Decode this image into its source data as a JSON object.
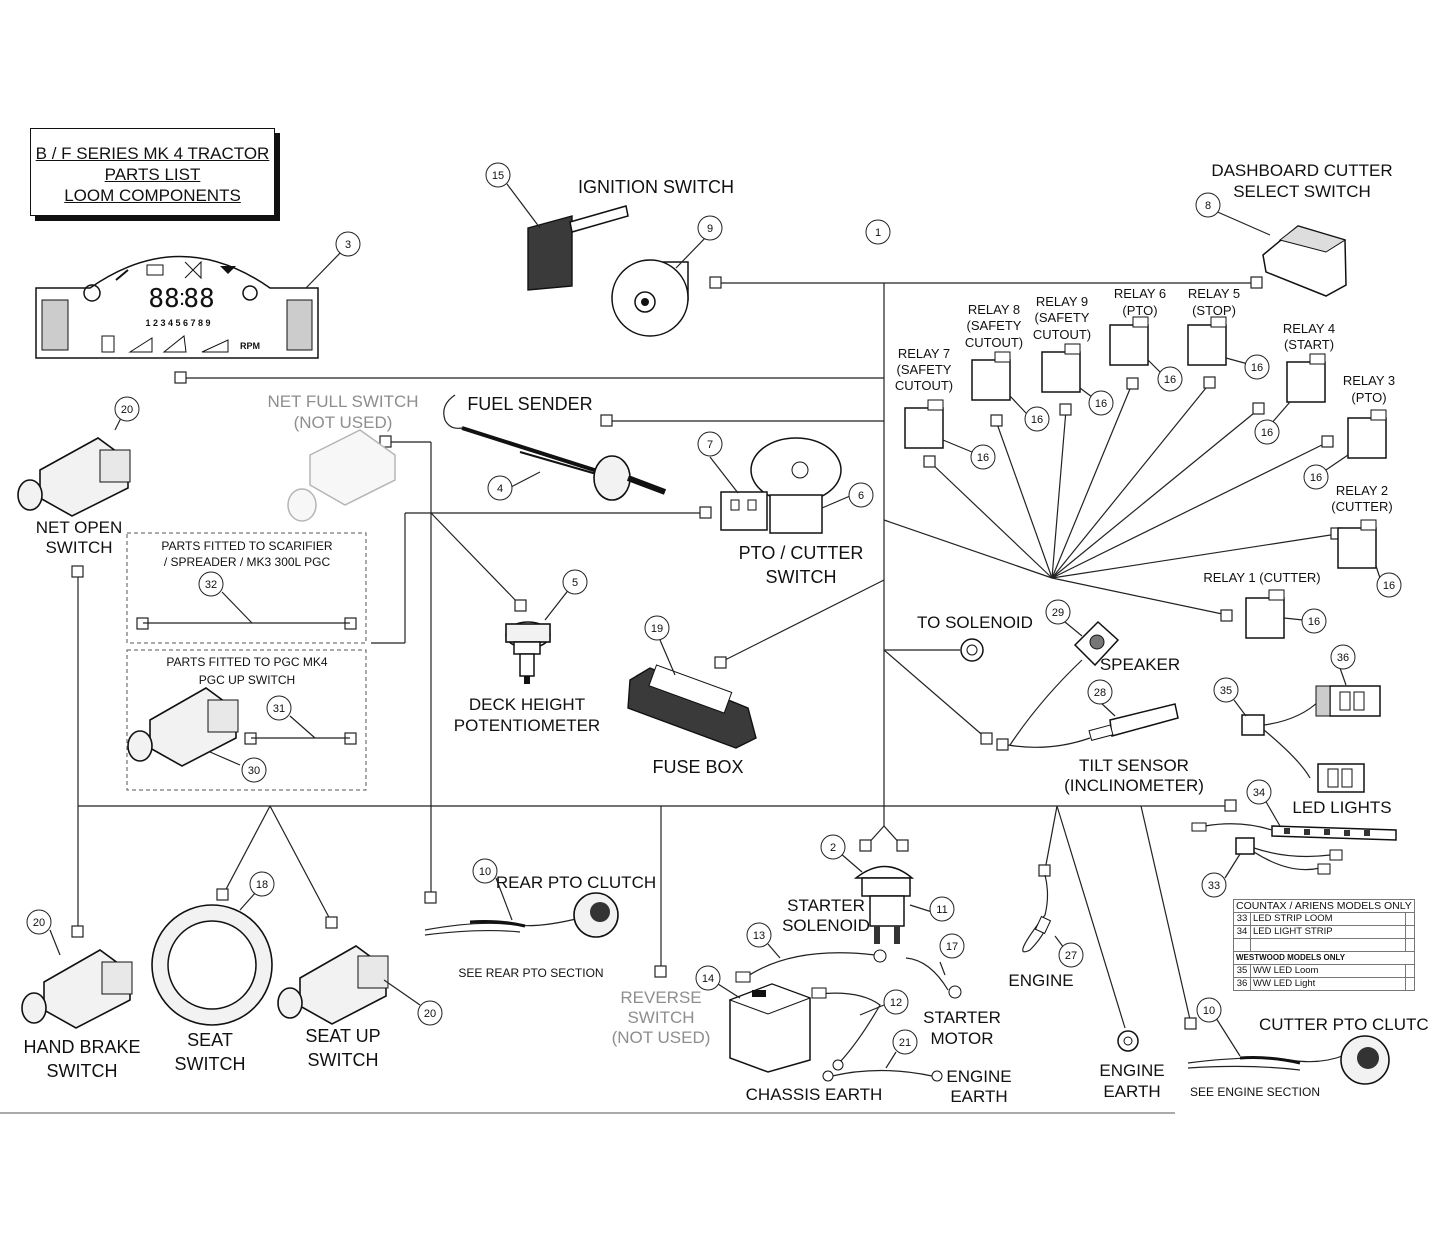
{
  "title": {
    "line1": "B / F SERIES MK 4 TRACTOR",
    "line2": "PARTS LIST",
    "line3": "LOOM COMPONENTS"
  },
  "labels": {
    "ignition_switch": "IGNITION SWITCH",
    "dashboard_cutter_1": "DASHBOARD CUTTER",
    "dashboard_cutter_2": "SELECT SWITCH",
    "net_full_1": "NET FULL SWITCH",
    "net_full_2": "(NOT USED)",
    "fuel_sender": "FUEL SENDER",
    "net_open_1": "NET OPEN",
    "net_open_2": "SWITCH",
    "scarifier_1": "PARTS FITTED TO SCARIFIER",
    "scarifier_2": "/ SPREADER / MK3 300L PGC",
    "pgc_1": "PARTS FITTED TO PGC MK4",
    "pgc_2": "PGC UP SWITCH",
    "deck_height_1": "DECK HEIGHT",
    "deck_height_2": "POTENTIOMETER",
    "pto_cutter_1": "PTO / CUTTER",
    "pto_cutter_2": "SWITCH",
    "fuse_box": "FUSE BOX",
    "to_solenoid": "TO SOLENOID",
    "speaker": "SPEAKER",
    "tilt_sensor_1": "TILT SENSOR",
    "tilt_sensor_2": "(INCLINOMETER)",
    "led_lights": "LED LIGHTS",
    "relay8_1": "RELAY 8",
    "relay8_2": "(SAFETY",
    "relay8_3": "CUTOUT)",
    "relay9_1": "RELAY 9",
    "relay9_2": "(SAFETY",
    "relay9_3": "CUTOUT)",
    "relay6_1": "RELAY 6",
    "relay6_2": "(PTO)",
    "relay5_1": "RELAY 5",
    "relay5_2": "(STOP)",
    "relay4_1": "RELAY 4",
    "relay4_2": "(START)",
    "relay7_1": "RELAY 7",
    "relay7_2": "(SAFETY",
    "relay7_3": "CUTOUT)",
    "relay3_1": "RELAY 3",
    "relay3_2": "(PTO)",
    "relay2_1": "RELAY 2",
    "relay2_2": "(CUTTER)",
    "relay1": "RELAY 1 (CUTTER)",
    "rear_pto_clutch": "REAR PTO CLUTCH",
    "see_rear_pto": "SEE REAR PTO SECTION",
    "reverse_1": "REVERSE",
    "reverse_2": "SWITCH",
    "reverse_3": "(NOT USED)",
    "starter_solenoid_1": "STARTER",
    "starter_solenoid_2": "SOLENOID",
    "starter_motor_1": "STARTER",
    "starter_motor_2": "MOTOR",
    "engine_earth_a_1": "ENGINE",
    "engine_earth_a_2": "EARTH",
    "chassis_earth": "CHASSIS EARTH",
    "engine": "ENGINE",
    "engine_earth_b_1": "ENGINE",
    "engine_earth_b_2": "EARTH",
    "cutter_pto_clutch": "CUTTER PTO CLUTCH",
    "see_engine": "SEE ENGINE SECTION",
    "hand_brake_1": "HAND BRAKE",
    "hand_brake_2": "SWITCH",
    "seat_1": "SEAT",
    "seat_2": "SWITCH",
    "seat_up_1": "SEAT UP",
    "seat_up_2": "SWITCH"
  },
  "dashboard": {
    "digits_left": "88",
    "colon": ":",
    "digits_right": "88",
    "scale": "1 2 3 4 5 6 7 8 9",
    "rpm": "RPM"
  },
  "callouts": {
    "c1": "1",
    "c2": "2",
    "c3": "3",
    "c4": "4",
    "c5": "5",
    "c6": "6",
    "c7": "7",
    "c8": "8",
    "c9": "9",
    "c10a": "10",
    "c10b": "10",
    "c11": "11",
    "c12": "12",
    "c13": "13",
    "c14": "14",
    "c15": "15",
    "c16": "16",
    "c17": "17",
    "c18": "18",
    "c19": "19",
    "c20": "20",
    "c21": "21",
    "c27": "27",
    "c28": "28",
    "c29": "29",
    "c30": "30",
    "c31": "31",
    "c32": "32",
    "c33": "33",
    "c34": "34",
    "c35": "35",
    "c36": "36"
  },
  "models_table": {
    "header": "COUNTAX / ARIENS MODELS ONLY",
    "rows": [
      {
        "no": "33",
        "desc": "LED STRIP LOOM"
      },
      {
        "no": "34",
        "desc": "LED LIGHT STRIP"
      }
    ],
    "subheader": "WESTWOOD MODELS ONLY",
    "rows2": [
      {
        "no": "35",
        "desc": "WW LED Loom"
      },
      {
        "no": "36",
        "desc": "WW LED Light"
      }
    ]
  }
}
